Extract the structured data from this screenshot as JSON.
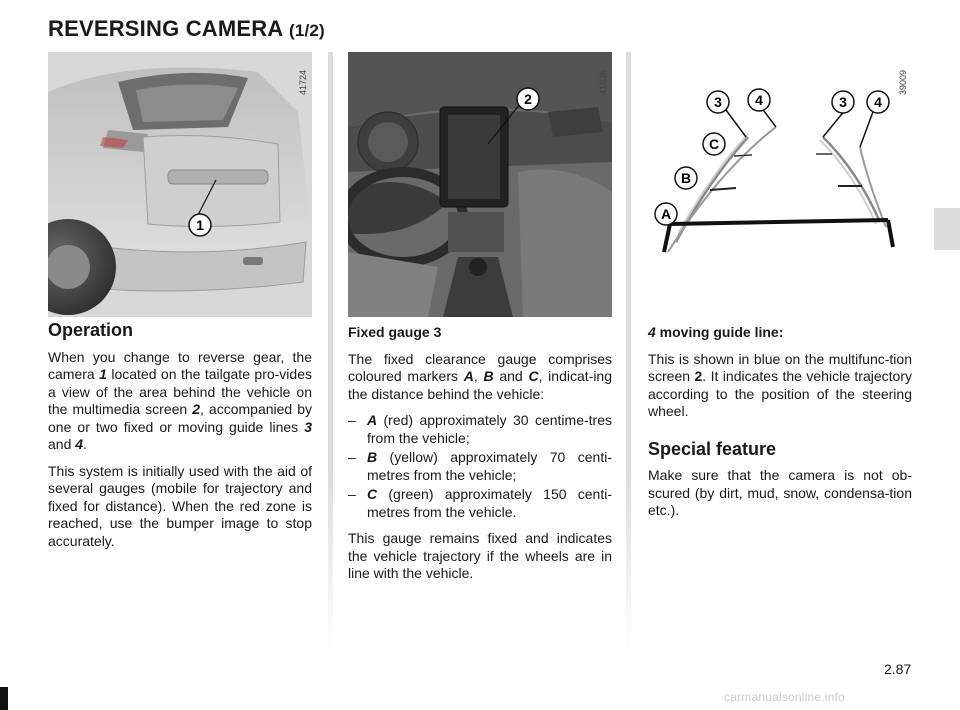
{
  "header": {
    "title": "REVERSING CAMERA",
    "title_part": "(1/2)"
  },
  "figures": {
    "fig1": {
      "ref_number": "41724",
      "callout": "1"
    },
    "fig2": {
      "ref_number": "41636",
      "callout": "2"
    },
    "fig3": {
      "ref_number": "39009",
      "callouts": [
        "3",
        "4",
        "3",
        "4",
        "C",
        "B",
        "A"
      ]
    }
  },
  "column1": {
    "heading": "Operation",
    "p1": {
      "t1": "When you change to reverse gear, the camera ",
      "r1": "1",
      "t2": " located on the tailgate pro-vides a view of the area behind the vehicle on the multimedia screen ",
      "r2": "2",
      "t3": ", accompanied by one or two fixed or moving guide lines ",
      "r3": "3",
      "t4": " and ",
      "r4": "4",
      "t5": "."
    },
    "p2": "This system is initially used with the aid of several gauges (mobile for trajectory and fixed for distance). When the red zone is reached, use the bumper image to stop accurately."
  },
  "column2": {
    "heading": "Fixed gauge 3",
    "p1": {
      "t1": "The fixed clearance gauge comprises coloured markers ",
      "rA": "A",
      "t2": ", ",
      "rB": "B",
      "t3": " and ",
      "rC": "C",
      "t4": ", indicat-ing the distance behind the vehicle:"
    },
    "list": [
      {
        "dash": "–",
        "ref": "A",
        "text": " (red) approximately 30 centime-tres from the vehicle;"
      },
      {
        "dash": "–",
        "ref": "B",
        "text": " (yellow) approximately 70 centi-metres from the vehicle;"
      },
      {
        "dash": "–",
        "ref": "C",
        "text": " (green) approximately 150 centi-metres from the vehicle."
      }
    ],
    "p2": "This gauge remains fixed and indicates the vehicle trajectory if the wheels are in line with the vehicle."
  },
  "column3": {
    "heading": {
      "ref": "4",
      "text": " moving guide line:"
    },
    "p1": {
      "t1": "This is shown in blue on the multifunc-tion screen ",
      "r1": "2",
      "t2": ". It indicates the vehicle trajectory according to the position of the steering wheel."
    },
    "heading2": "Special feature",
    "p2": "Make sure that the camera is not ob-scured (by dirt, mud, snow, condensa-tion etc.)."
  },
  "footer": {
    "page": "2.87",
    "watermark": "carmanualsonline.info"
  }
}
